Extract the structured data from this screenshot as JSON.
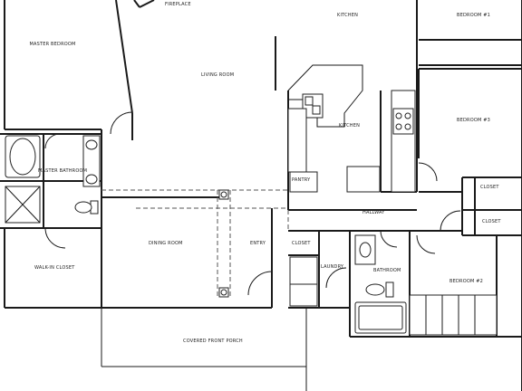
{
  "plan": {
    "rooms": {
      "master_bedroom": "MASTER BEDROOM",
      "fireplace": "FIREPLACE",
      "living_room": "LIVING ROOM",
      "kitchen_top": "KITCHEN",
      "bedroom_top": "BEDROOM #1",
      "kitchen": "KITCHEN",
      "bedroom_3": "BEDROOM #3",
      "master_bathroom": "MASTER BATHROOM",
      "pantry": "PANTRY",
      "closet_right_upper": "CLOSET",
      "hallway": "HALLWAY",
      "closet_right_lower": "CLOSET",
      "dining_room": "DINING ROOM",
      "entry": "ENTRY",
      "closet_entry": "CLOSET",
      "walk_in_closet": "WALK-IN CLOSET",
      "laundry": "LAUNDRY",
      "bathroom": "BATHROOM",
      "bedroom_2": "BEDROOM #2",
      "front_porch": "COVERED FRONT PORCH"
    }
  }
}
